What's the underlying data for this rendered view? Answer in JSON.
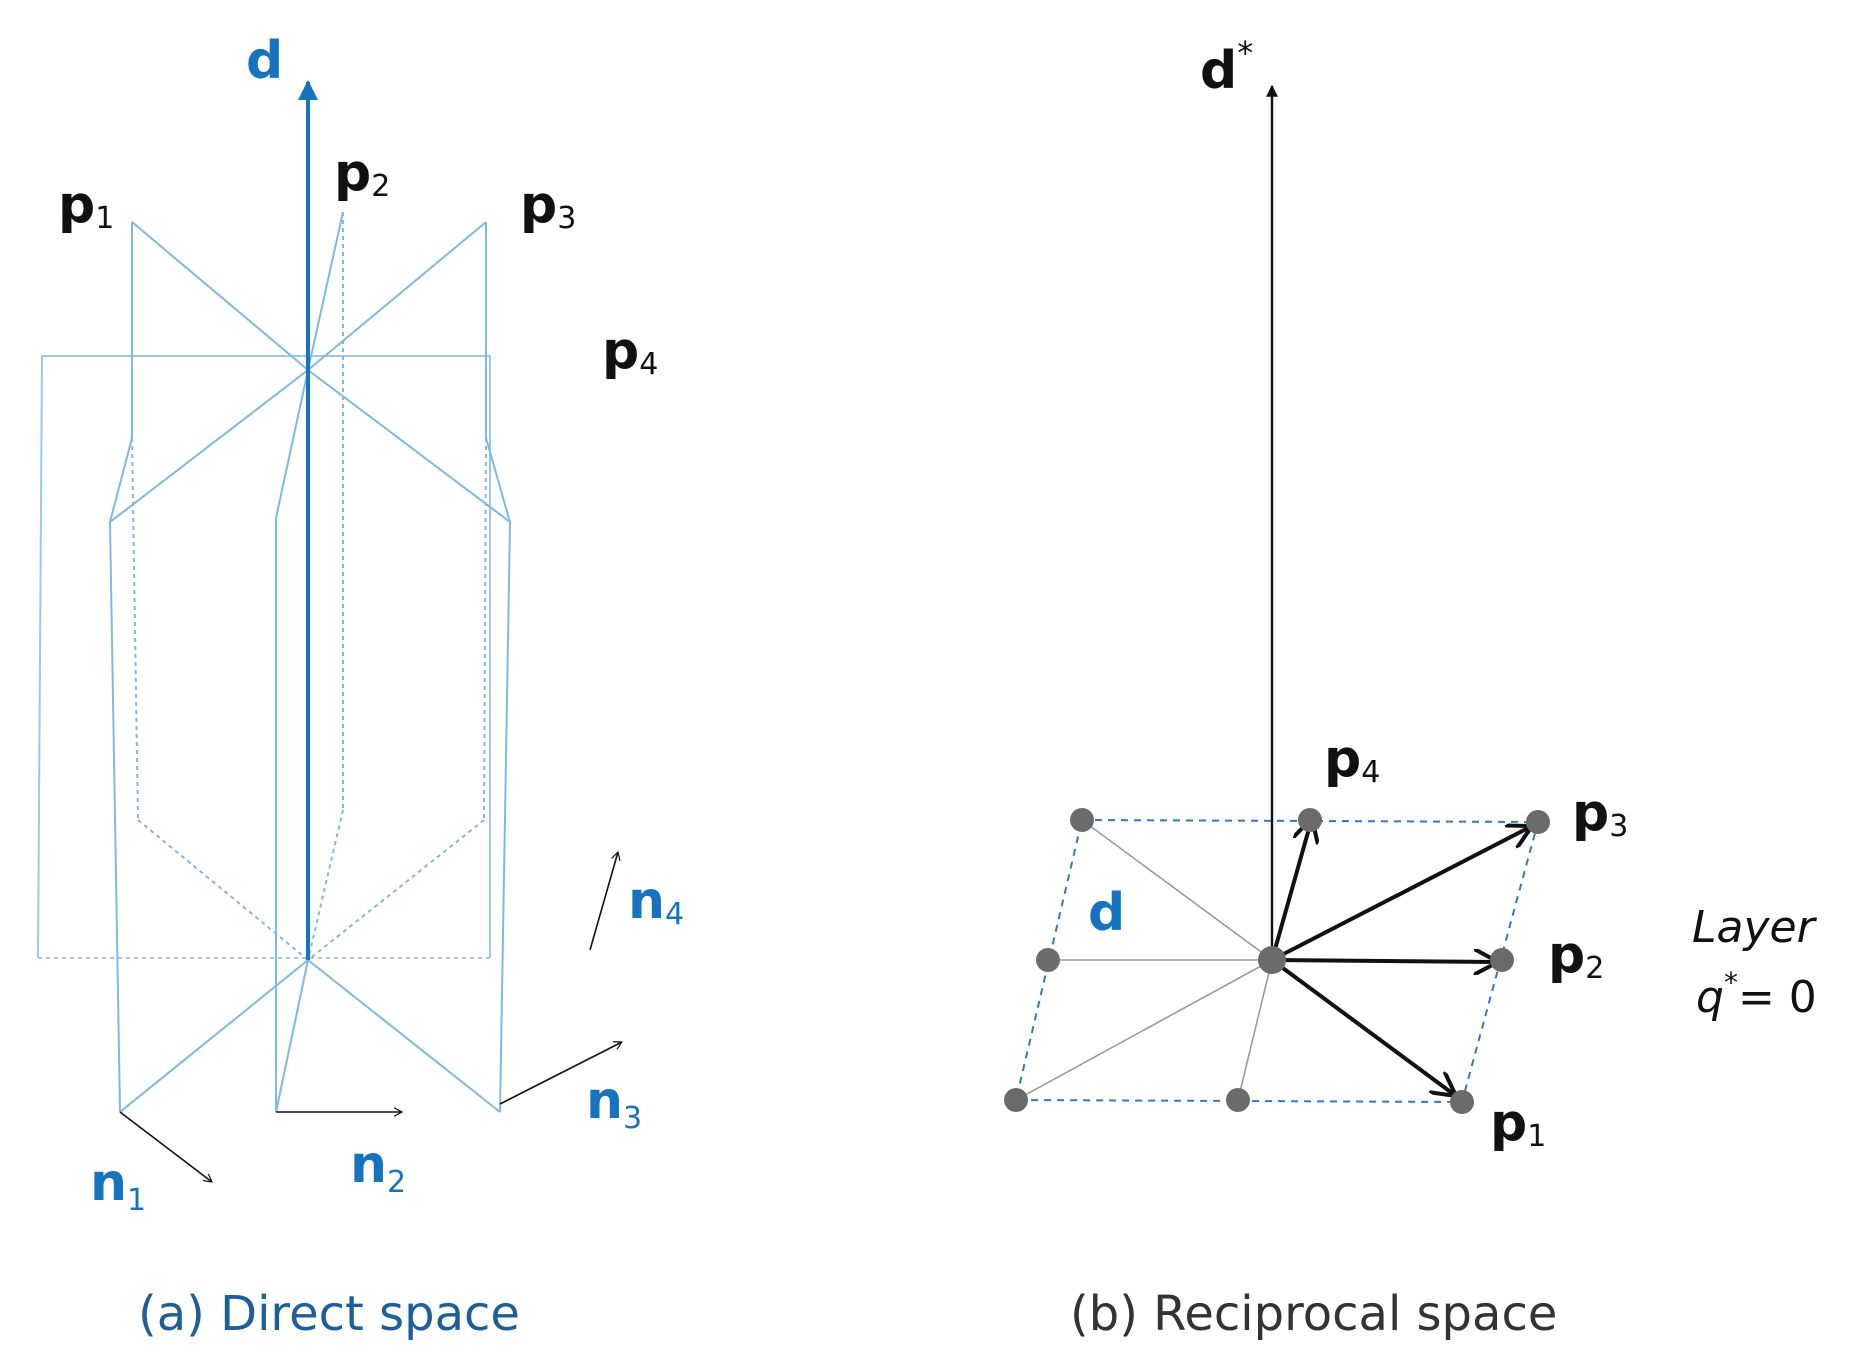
{
  "colors": {
    "blue_dark": "#1673c0",
    "blue_light": "#7fb8e6",
    "black": "#111111",
    "dot_gray": "#6b6b6b",
    "line_gray": "#9a9a9a",
    "caption_blue": "#1f5f99"
  },
  "direct": {
    "axis_label": "d",
    "planes": [
      {
        "name": "p",
        "sub": "1"
      },
      {
        "name": "p",
        "sub": "2"
      },
      {
        "name": "p",
        "sub": "3"
      },
      {
        "name": "p",
        "sub": "4"
      }
    ],
    "normals": [
      {
        "name": "n",
        "sub": "1"
      },
      {
        "name": "n",
        "sub": "2"
      },
      {
        "name": "n",
        "sub": "3"
      },
      {
        "name": "n",
        "sub": "4"
      }
    ],
    "caption": "(a) Direct space"
  },
  "reciprocal": {
    "axis_label": "d",
    "axis_sup": "*",
    "vectors": [
      {
        "name": "p",
        "sub": "1"
      },
      {
        "name": "p",
        "sub": "2"
      },
      {
        "name": "p",
        "sub": "3"
      },
      {
        "name": "p",
        "sub": "4"
      }
    ],
    "cell_label": "d",
    "layer_title": "Layer",
    "layer_var": "q",
    "layer_sup": "*",
    "layer_eq": "= 0",
    "caption": "(b) Reciprocal space"
  }
}
